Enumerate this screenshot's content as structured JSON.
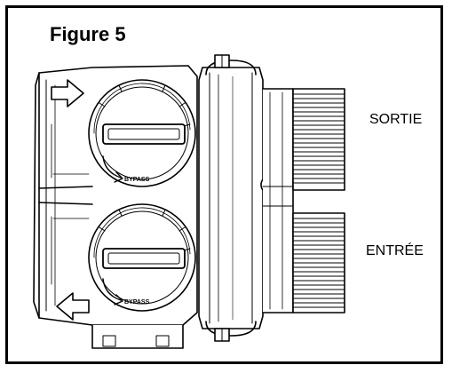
{
  "figure": {
    "title": "Figure 5",
    "labels": {
      "outlet": "SORTIE",
      "inlet": "ENTRÉE"
    },
    "knob_text": "BYPASS"
  },
  "colors": {
    "ink": "#000000",
    "paper": "#ffffff"
  }
}
